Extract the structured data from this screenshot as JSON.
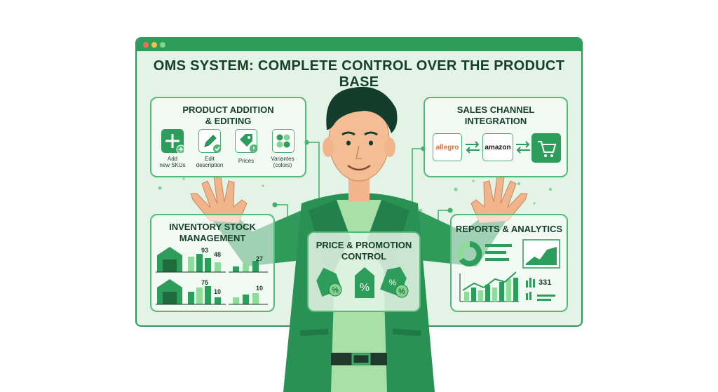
{
  "window": {
    "title": "OMS SYSTEM: COMPLETE CONTROL OVER THE PRODUCT BASE"
  },
  "colors": {
    "primary": "#2c9d5a",
    "dark_green": "#1f7a45",
    "light_green": "#e3f4e6",
    "accent": "#7fd58c"
  },
  "product_card": {
    "title_line1": "PRODUCT ADDITION",
    "title_line2": "& EDITING",
    "items": [
      {
        "label_line1": "Add",
        "label_line2": "new SKUs",
        "icon": "plus-icon"
      },
      {
        "label_line1": "Edit",
        "label_line2": "description",
        "icon": "pencil-icon"
      },
      {
        "label_line1": "Prices",
        "label_line2": "",
        "icon": "price-tag-icon"
      },
      {
        "label_line1": "Variantes",
        "label_line2": "(colors)",
        "icon": "color-dots-icon"
      }
    ]
  },
  "sales_card": {
    "title_line1": "SALES CHANNEL",
    "title_line2": "INTEGRATION",
    "channels": [
      "allegro",
      "amazon"
    ],
    "cart_icon": "shopping-cart-icon"
  },
  "inventory_card": {
    "title_line1": "INVENTORY STOCK",
    "title_line2": "MANAGEMENT",
    "values": [
      "93",
      "48",
      "27",
      "75",
      "10",
      "10"
    ]
  },
  "price_card": {
    "title_line1": "PRICE & PROMOTION",
    "title_line2": "CONTROL"
  },
  "reports_card": {
    "title": "REPORTS & ANALYTICS",
    "value": "331"
  }
}
